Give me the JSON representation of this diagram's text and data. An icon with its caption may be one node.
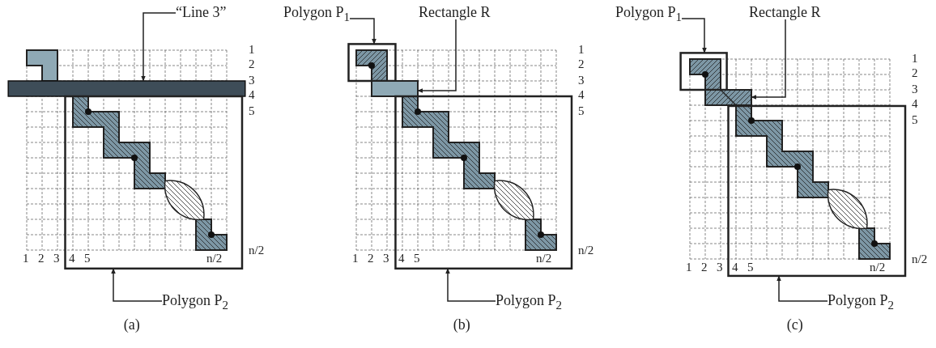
{
  "diagram": {
    "nodes": [
      {
        "text": [
          "“Line 3”"
        ]
      },
      {
        "text": [],
        "shape": "bar"
      },
      {
        "text": [
          "Polygon P$_{2}$"
        ]
      },
      {
        "text": [],
        "shape": "box"
      },
      {
        "text": [
          "Polygon P$_{1}$"
        ]
      },
      {
        "text": [],
        "shape": "box"
      },
      {
        "text": [
          "Rectangle R"
        ]
      },
      {
        "text": [],
        "shape": "box"
      },
      {
        "text": [
          "Polygon P$_{2}$"
        ]
      },
      {
        "text": [],
        "shape": "box"
      },
      {
        "text": [
          "Polygon P$_{1}$"
        ]
      },
      {
        "text": [],
        "shape": "box"
      },
      {
        "text": [
          "Rectangle R"
        ]
      },
      {
        "text": [],
        "shape": "box"
      },
      {
        "text": [
          "Polygon P$_{2}$"
        ]
      },
      {
        "text": [],
        "shape": "box"
      }
    ],
    "edges": [
      {
        "from": 0,
        "to": 1,
        "arrow": "to"
      },
      {
        "from": 2,
        "to": 3,
        "arrow": "to"
      },
      {
        "from": 4,
        "to": 5,
        "arrow": "to"
      },
      {
        "from": 6,
        "to": 7,
        "arrow": "to"
      },
      {
        "from": 8,
        "to": 9,
        "arrow": "to"
      },
      {
        "from": 10,
        "to": 11,
        "arrow": "to"
      },
      {
        "from": 12,
        "to": 13,
        "arrow": "to"
      },
      {
        "from": 14,
        "to": 15,
        "arrow": "to"
      }
    ],
    "labels": [
      "1",
      "2",
      "3",
      "4",
      "5",
      "n/2",
      "1",
      "2",
      "3",
      "4",
      "5",
      "n/2",
      "(a)",
      "1",
      "2",
      "3",
      "4",
      "5",
      "n/2",
      "1",
      "2",
      "3",
      "4",
      "5",
      "n/2",
      "(b)",
      "1",
      "2",
      "3",
      "4",
      "5",
      "n/2",
      "1",
      "2",
      "3",
      "4",
      "5",
      "n/2",
      "(c)"
    ]
  }
}
